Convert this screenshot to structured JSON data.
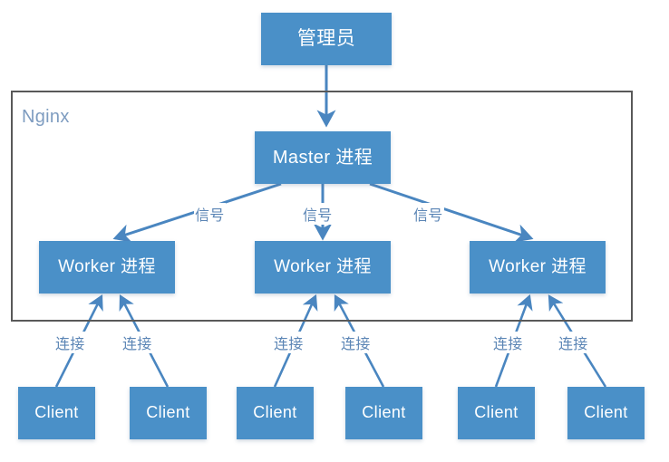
{
  "diagram": {
    "title_text": "Nginx",
    "colors": {
      "node_fill": "#4a90c8",
      "node_text": "#ffffff",
      "group_border": "#595959",
      "group_label": "#7e9cc0",
      "edge_line": "#4a86c0",
      "edge_label": "#5b85b5",
      "background": "#ffffff"
    },
    "group": {
      "label": "Nginx"
    },
    "nodes": {
      "admin": {
        "label": "管理员"
      },
      "master": {
        "label": "Master 进程"
      },
      "workers": [
        {
          "label": "Worker 进程"
        },
        {
          "label": "Worker 进程"
        },
        {
          "label": "Worker 进程"
        }
      ],
      "clients": [
        {
          "label": "Client"
        },
        {
          "label": "Client"
        },
        {
          "label": "Client"
        },
        {
          "label": "Client"
        },
        {
          "label": "Client"
        },
        {
          "label": "Client"
        }
      ]
    },
    "edge_labels": {
      "admin_to_master": "",
      "signals": [
        "信号",
        "信号",
        "信号"
      ],
      "connections": [
        "连接",
        "连接",
        "连接",
        "连接",
        "连接",
        "连接"
      ]
    }
  }
}
